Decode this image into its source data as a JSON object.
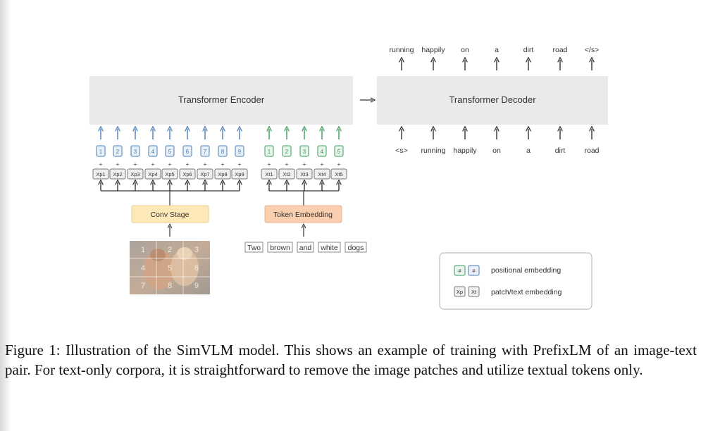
{
  "figure": {
    "encoder_label": "Transformer Encoder",
    "decoder_label": "Transformer Decoder",
    "conv_stage_label": "Conv Stage",
    "token_embedding_label": "Token Embedding",
    "image_patch_positions": [
      "1",
      "2",
      "3",
      "4",
      "5",
      "6",
      "7",
      "8",
      "9"
    ],
    "image_patch_tokens": [
      "Xp1",
      "Xp2",
      "Xp3",
      "Xp4",
      "Xp5",
      "Xp6",
      "Xp7",
      "Xp8",
      "Xp9"
    ],
    "text_positions": [
      "1",
      "2",
      "3",
      "4",
      "5"
    ],
    "text_tokens": [
      "Xt1",
      "Xt2",
      "Xt3",
      "Xt4",
      "Xt5"
    ],
    "input_words": [
      "Two",
      "brown",
      "and",
      "white",
      "dogs"
    ],
    "decoder_outputs": [
      "running",
      "happily",
      "on",
      "a",
      "dirt",
      "road",
      "</s>"
    ],
    "decoder_inputs": [
      "<s>",
      "running",
      "happily",
      "on",
      "a",
      "dirt",
      "road"
    ],
    "photo_grid_numbers": [
      "1",
      "2",
      "3",
      "4",
      "5",
      "6",
      "7",
      "8",
      "9"
    ],
    "legend": {
      "pos_swatch_1": "#",
      "pos_swatch_2": "#",
      "positional_label": "positional embedding",
      "patch_swatch": "Xp",
      "text_swatch": "Xt",
      "patch_text_label": "patch/text embedding"
    },
    "colors": {
      "image_accent": "#4a7db5",
      "text_accent": "#3d9a5c",
      "conv_fill": "#fde9b8",
      "token_fill": "#f9cfb0",
      "box_fill": "#eaeaea"
    }
  },
  "caption": "Figure 1: Illustration of the SimVLM model. This shows an example of training with PrefixLM of an image-text pair. For text-only corpora, it is straightforward to remove the image patches and utilize textual tokens only."
}
